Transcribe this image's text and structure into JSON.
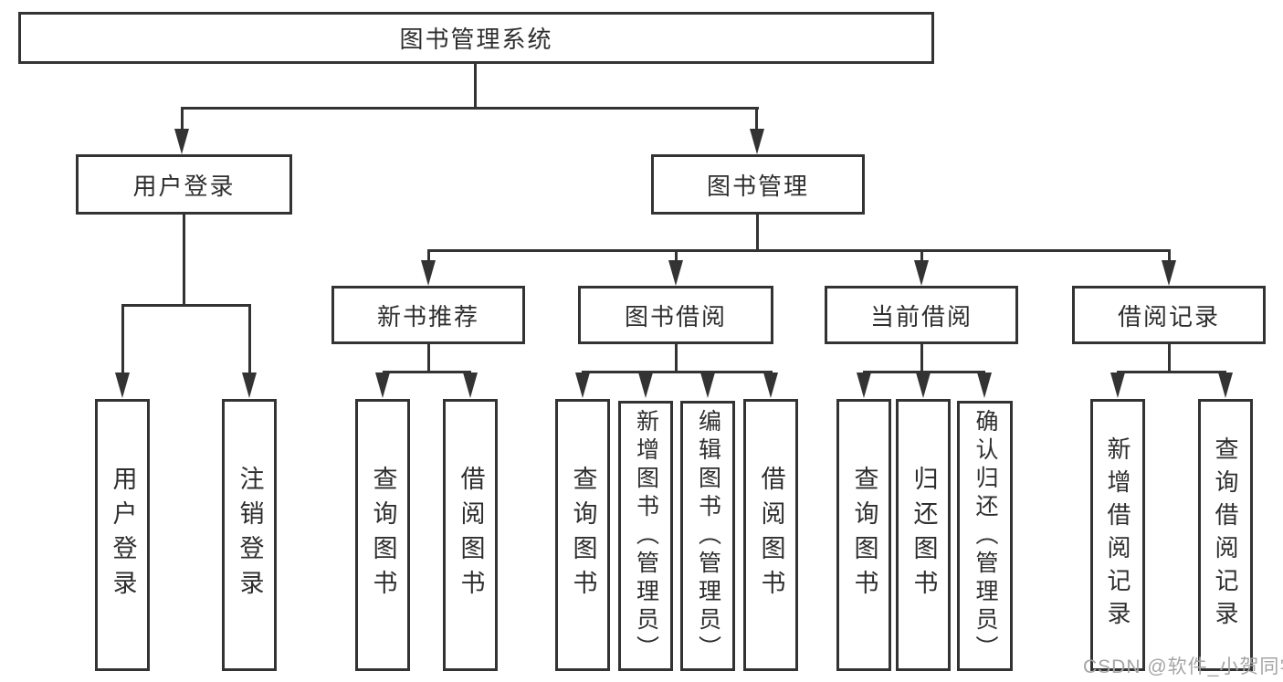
{
  "diagram_type": "hierarchy-tree",
  "tree": {
    "root": "图书管理系统",
    "branches": [
      {
        "label": "用户登录",
        "children": [
          "用户登录",
          "注销登录"
        ]
      },
      {
        "label": "图书管理",
        "sections": [
          {
            "label": "新书推荐",
            "children": [
              "查询图书",
              "借阅图书"
            ]
          },
          {
            "label": "图书借阅",
            "children": [
              "查询图书",
              "新增图书（管理员）",
              "编辑图书（管理员）",
              "借阅图书"
            ]
          },
          {
            "label": "当前借阅",
            "children": [
              "查询图书",
              "归还图书",
              "确认归还（管理员）"
            ]
          },
          {
            "label": "借阅记录",
            "children": [
              "新增借阅记录",
              "查询借阅记录"
            ]
          }
        ]
      }
    ]
  },
  "colors": {
    "line": "#333333",
    "text": "#2e2e2e",
    "background": "#ffffff",
    "watermark": "#a5a5a5"
  },
  "watermark": {
    "text": "CSDN @软件_小贺同学"
  }
}
